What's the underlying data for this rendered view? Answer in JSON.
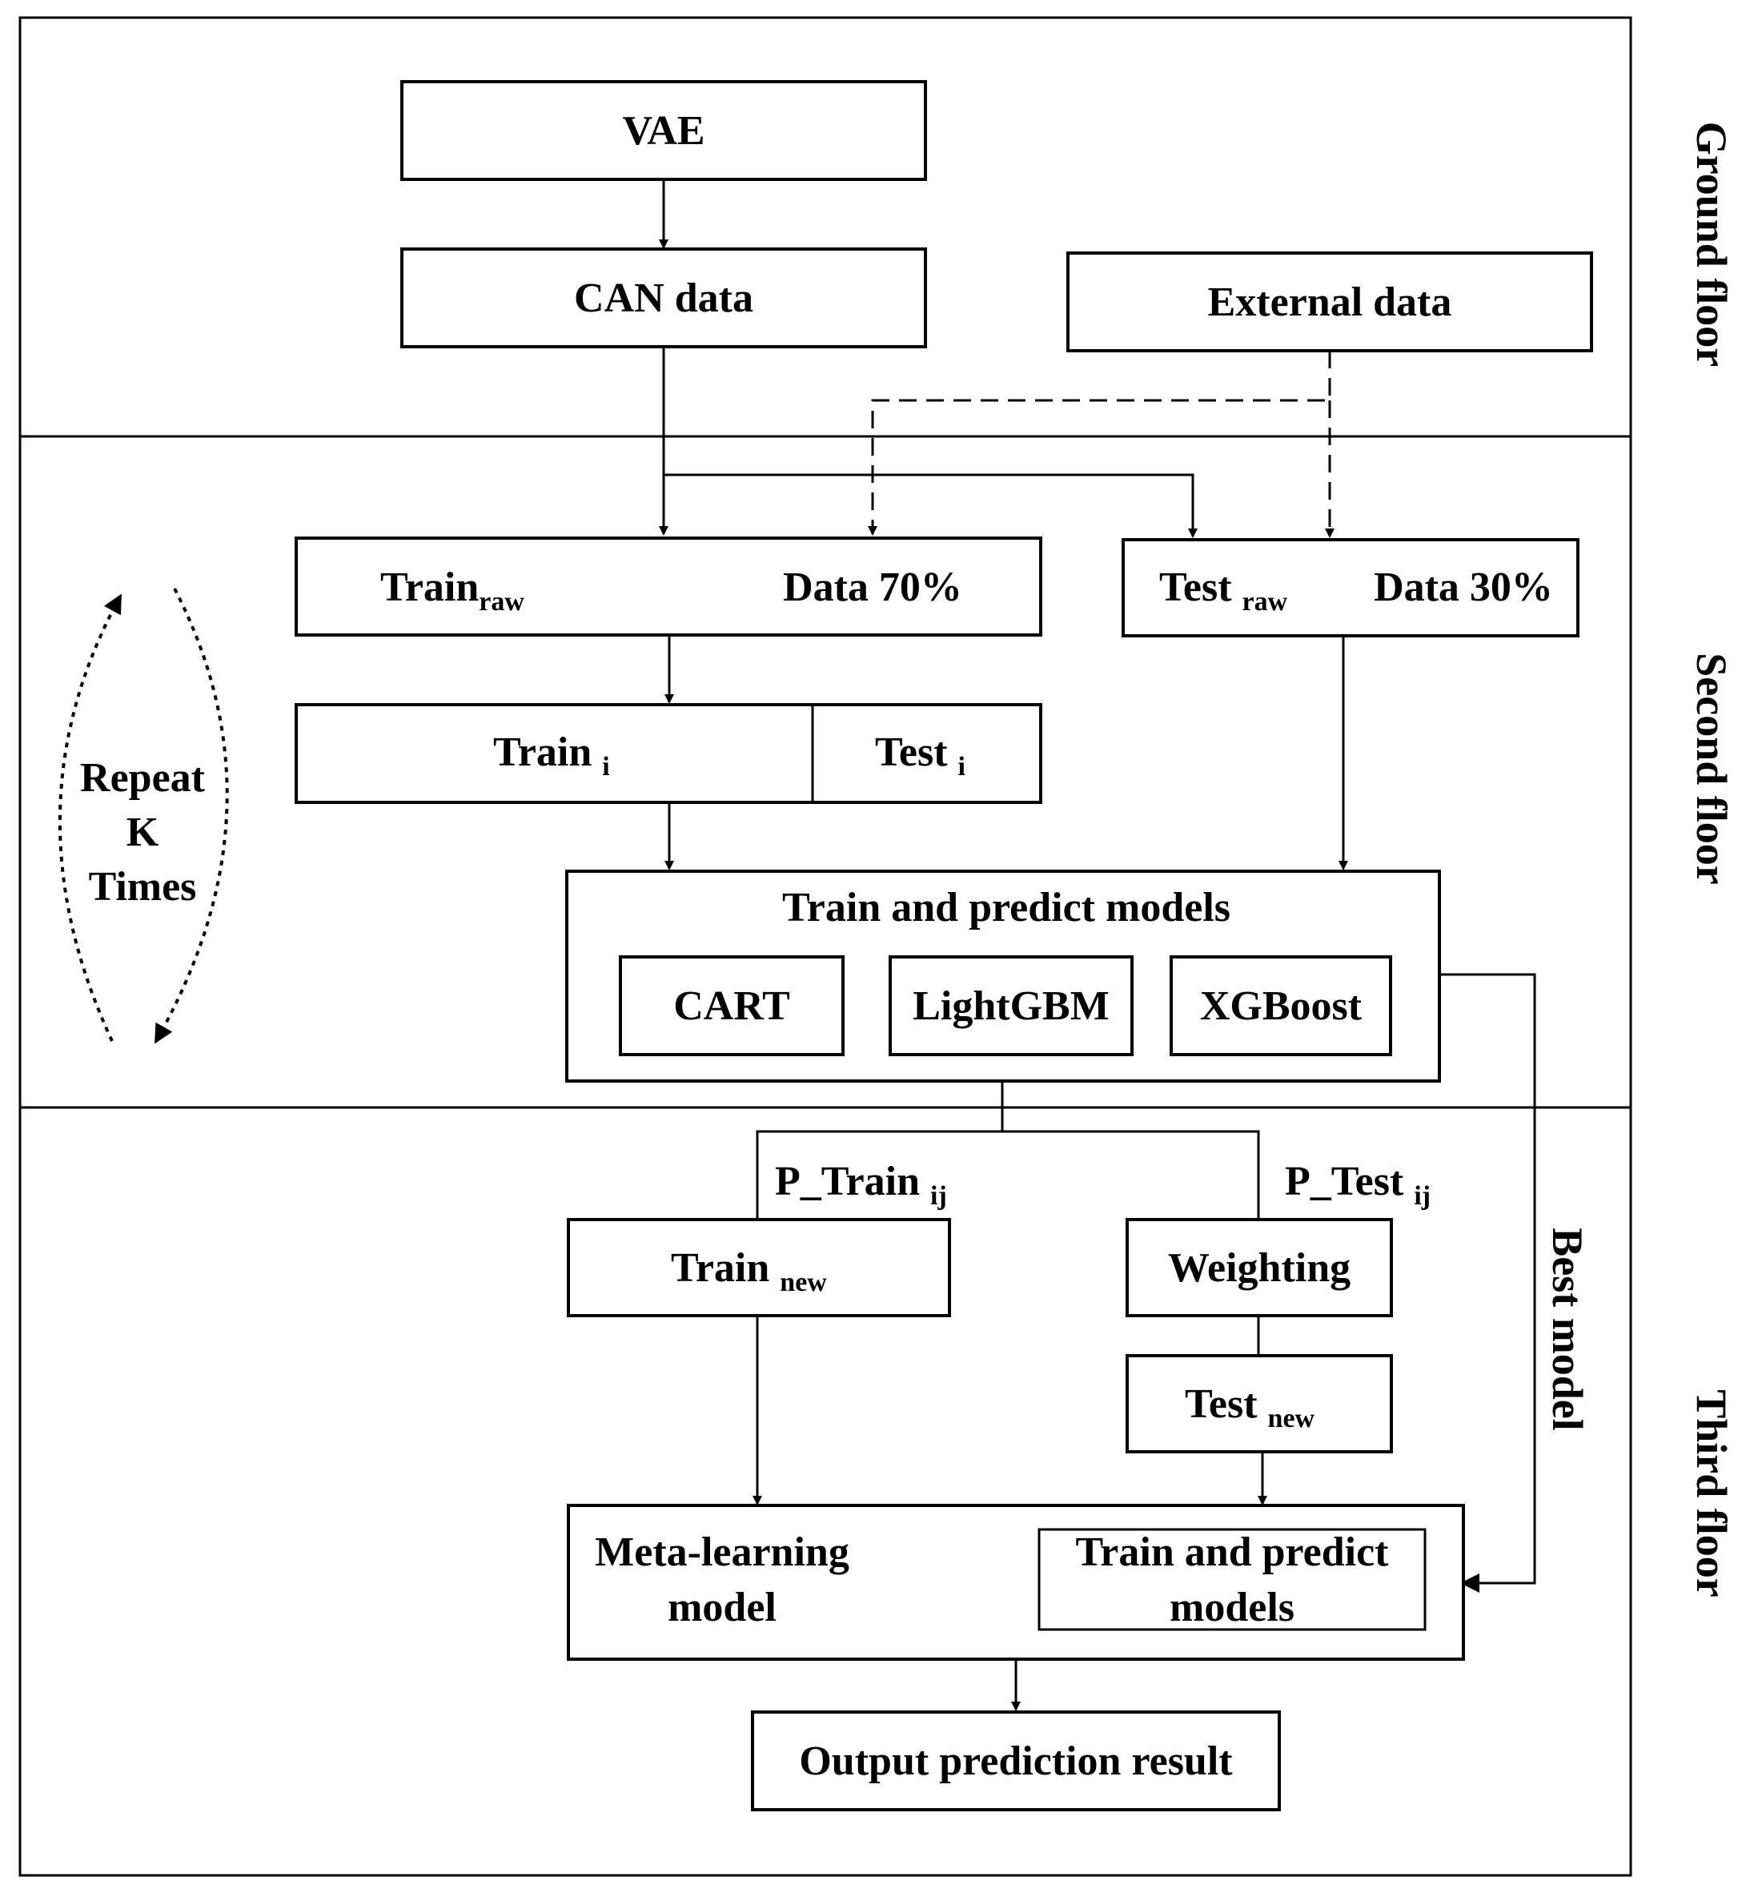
{
  "floors": {
    "ground": "Ground floor",
    "second": "Second floor",
    "third": "Third floor"
  },
  "ground": {
    "vae": "VAE",
    "can_data": "CAN data",
    "external_data": "External data"
  },
  "second": {
    "train_raw": {
      "main": "Train",
      "sub": "raw",
      "right": "Data 70%"
    },
    "test_raw": {
      "main": "Test ",
      "sub": "raw",
      "right": "Data 30%"
    },
    "train_i": {
      "main": "Train ",
      "sub": "i"
    },
    "test_i": {
      "main": "Test ",
      "sub": "i"
    },
    "repeat": {
      "line1": "Repeat",
      "line2": "K",
      "line3": "Times"
    },
    "models_box": {
      "title": "Train and predict models",
      "cart": "CART",
      "lightgbm": "LightGBM",
      "xgboost": "XGBoost"
    }
  },
  "third": {
    "p_train": {
      "main": "P_Train ",
      "sub": "ij"
    },
    "p_test": {
      "main": "P_Test ",
      "sub": "ij"
    },
    "train_new": {
      "main": "Train ",
      "sub": "new"
    },
    "weighting": "Weighting",
    "test_new": {
      "main": "Test ",
      "sub": "new"
    },
    "best_model": "Best model",
    "meta": {
      "line1": "Meta-learning",
      "line2": "model",
      "inner_line1": "Train and predict",
      "inner_line2": "models"
    },
    "output": "Output prediction result"
  }
}
